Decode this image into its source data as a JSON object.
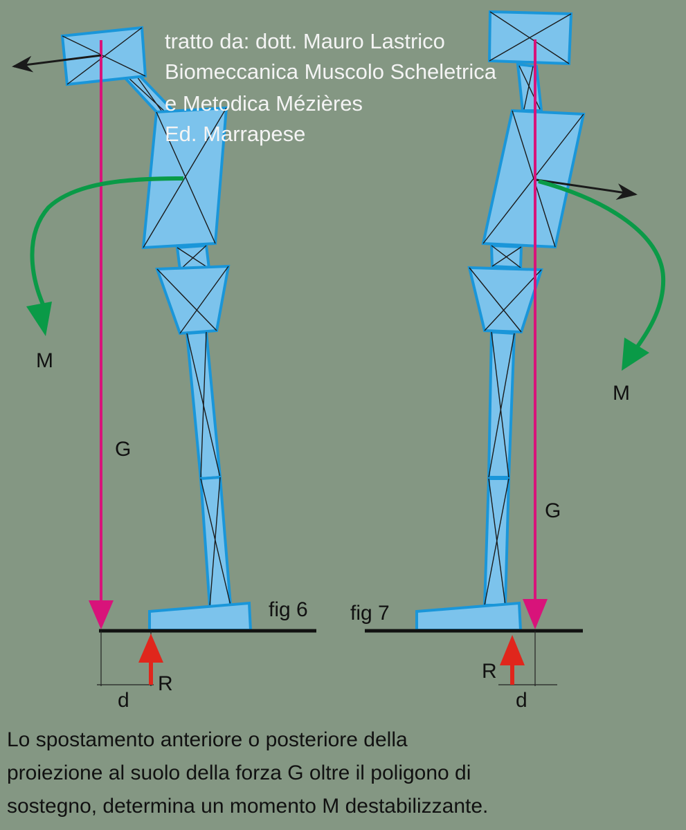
{
  "credit": {
    "lines": [
      "tratto da: dott. Mauro Lastrico",
      "Biomeccanica Muscolo Scheletrica",
      "e Metodica Mézières",
      "Ed. Marrapese"
    ]
  },
  "fig6": {
    "label": "fig 6",
    "moment": "M",
    "gravity": "G",
    "reaction": "R",
    "distance": "d"
  },
  "fig7": {
    "label": "fig 7",
    "moment": "M",
    "gravity": "G",
    "reaction": "R",
    "distance": "d"
  },
  "caption": {
    "lines": [
      "Lo spostamento anteriore o posteriore della",
      "proiezione al suolo della forza G oltre il poligono di",
      "sostegno, determina un momento M destabilizzante."
    ]
  },
  "colors": {
    "background": "#849783",
    "segment_fill": "#7cc3ec",
    "segment_stroke": "#1a96d9",
    "gravity": "#d8137a",
    "moment": "#0a9a47",
    "reaction": "#e0261c"
  }
}
